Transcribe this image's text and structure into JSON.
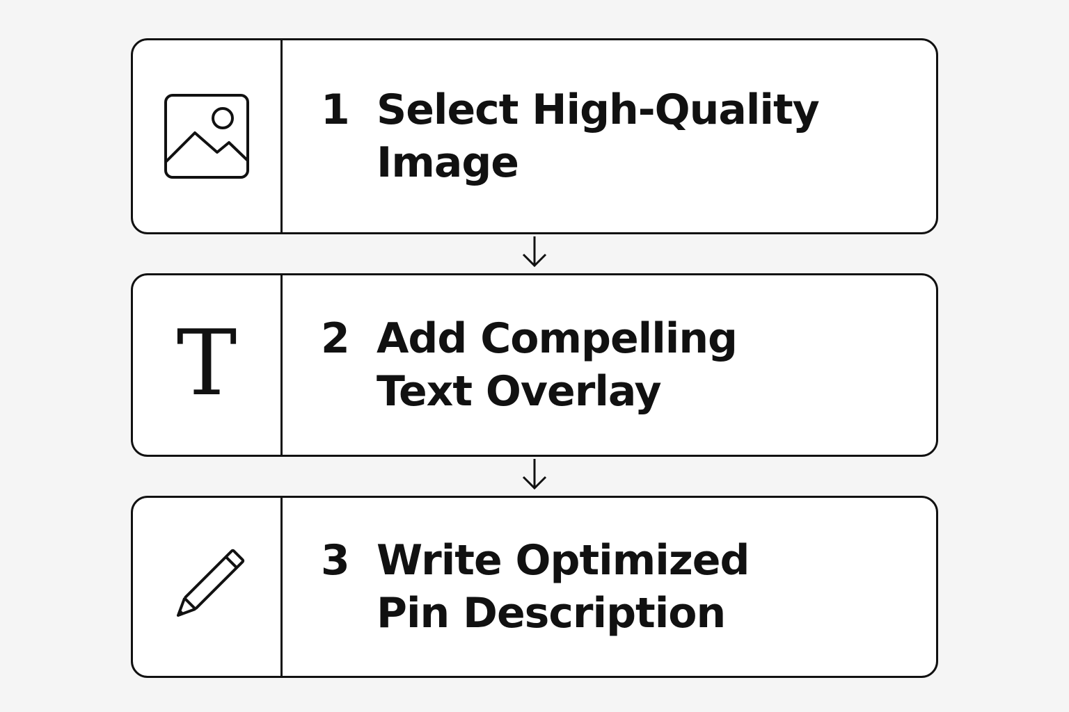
{
  "steps": [
    {
      "number": "1",
      "title": "Select High-Quality Image",
      "icon": "image-icon"
    },
    {
      "number": "2",
      "title": "Add Compelling Text Overlay",
      "icon": "text-icon",
      "icon_glyph": "T"
    },
    {
      "number": "3",
      "title": "Write Optimized Pin Description",
      "icon": "pencil-icon"
    }
  ],
  "connectors": [
    "down-arrow-icon",
    "down-arrow-icon"
  ],
  "colors": {
    "background": "#f5f5f5",
    "card": "#ffffff",
    "stroke": "#111111"
  }
}
